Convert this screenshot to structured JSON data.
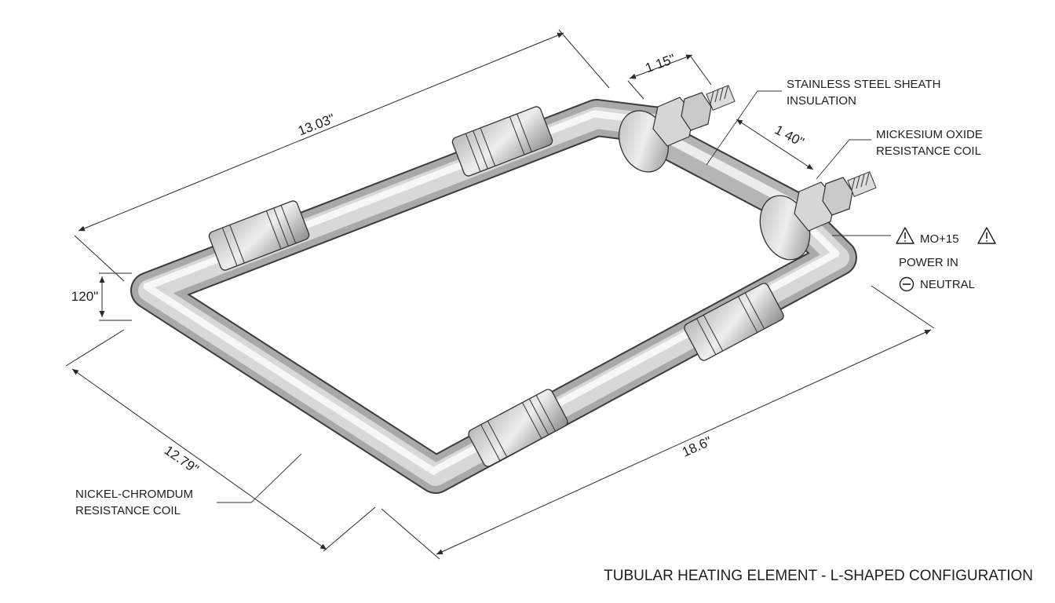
{
  "dimensions": {
    "top_length": "13.03\"",
    "terminal_length": "1 15\"",
    "terminal_spacing": "1 40\"",
    "bend_height": "120\"",
    "left_length": "12.79\"",
    "bottom_length": "18.6\""
  },
  "callouts": {
    "sheath_line1": "STAINLESS STEEL SHEATH",
    "sheath_line2": "INSULATION",
    "oxide_line1": "MICKESIUM OXIDE",
    "oxide_line2": "RESISTANCE COIL",
    "power_code": "MO+15",
    "power_in": "POWER IN",
    "neutral": "NEUTRAL",
    "nichrome_line1": "NICKEL-CHROMDUM",
    "nichrome_line2": "RESISTANCE COIL"
  },
  "icons": {
    "warning": "warning-triangle-icon",
    "neutral": "minus-circle-icon"
  },
  "title": "TUBULAR HEATING ELEMENT - L-SHAPED CONFIGURATION"
}
